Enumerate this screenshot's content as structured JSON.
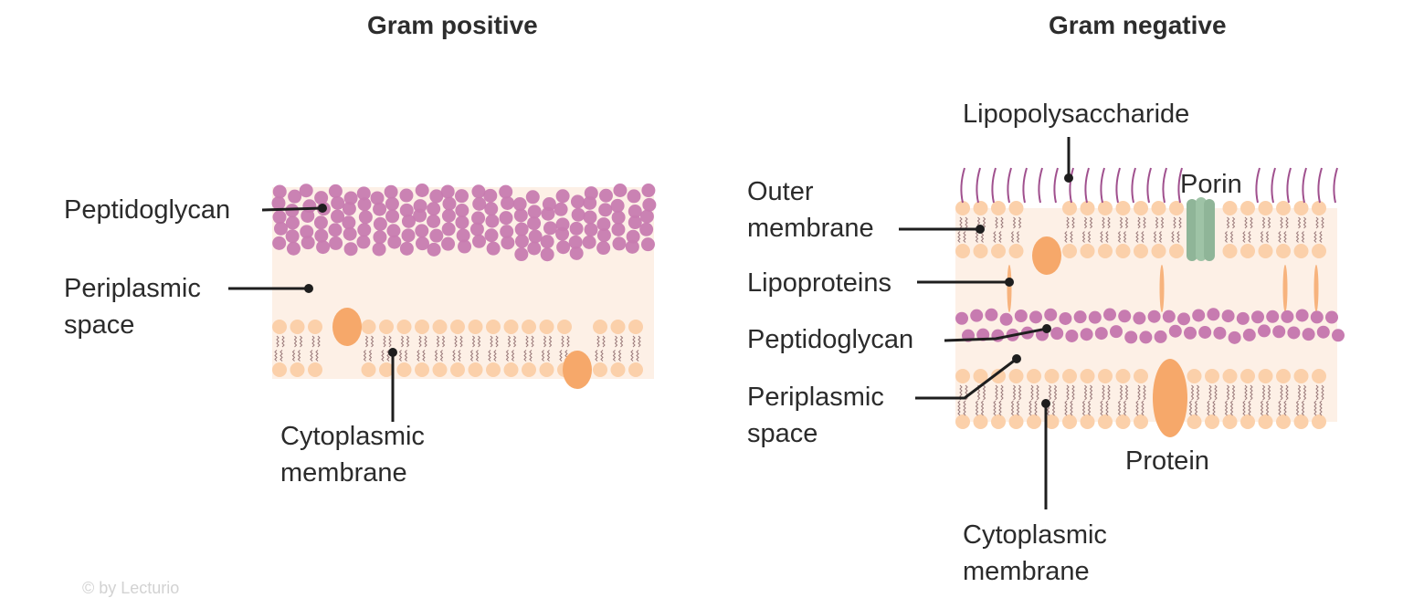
{
  "panels": {
    "gram_positive": {
      "title": "Gram positive",
      "labels": {
        "peptidoglycan": "Peptidoglycan",
        "periplasmic_space": "Periplasmic\nspace",
        "cytoplasmic_membrane": "Cytoplasmic\nmembrane"
      }
    },
    "gram_negative": {
      "title": "Gram negative",
      "labels": {
        "lipopolysaccharide": "Lipopolysaccharide",
        "porin": "Porin",
        "outer_membrane": "Outer\nmembrane",
        "lipoproteins": "Lipoproteins",
        "peptidoglycan": "Peptidoglycan",
        "periplasmic_space": "Periplasmic\nspace",
        "protein": "Protein",
        "cytoplasmic_membrane": "Cytoplasmic\nmembrane"
      }
    }
  },
  "watermark": "© by Lecturio",
  "colors": {
    "peptidoglycan": "#c77bb0",
    "lipid_head": "#fbd0aa",
    "periplasm": "#fdf0e6",
    "protein": "#f6a86a",
    "porin": "#8fb598",
    "lps": "#a0508e",
    "leader": "#1e1e1e"
  }
}
